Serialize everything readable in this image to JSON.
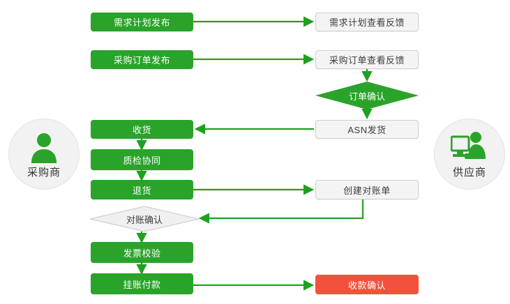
{
  "colors": {
    "green": "#2aa32a",
    "grey_fill": "#f4f4f4",
    "grey_border": "#cfcfcf",
    "red": "#f4513c",
    "line": "#20a020",
    "circle_fill": "#f2f2f2",
    "text_dark": "#3c3c3c",
    "text_light": "#ffffff"
  },
  "actors": {
    "left": {
      "label": "采购商",
      "icon": "user-silhouette-icon"
    },
    "right": {
      "label": "供应商",
      "icon": "user-at-computer-icon"
    }
  },
  "buyer_steps": [
    {
      "id": "demand-plan-publish",
      "label": "需求计划发布",
      "style": "green",
      "shape": "rect"
    },
    {
      "id": "purchase-order-publish",
      "label": "采购订单发布",
      "style": "green",
      "shape": "rect"
    },
    {
      "id": "goods-receipt",
      "label": "收货",
      "style": "green",
      "shape": "rect"
    },
    {
      "id": "quality-inspection",
      "label": "质检协同",
      "style": "green",
      "shape": "rect"
    },
    {
      "id": "return-goods",
      "label": "退货",
      "style": "green",
      "shape": "rect"
    },
    {
      "id": "reconciliation-confirm",
      "label": "对账确认",
      "style": "grey",
      "shape": "diamond"
    },
    {
      "id": "invoice-verify",
      "label": "发票校验",
      "style": "green",
      "shape": "rect"
    },
    {
      "id": "accrual-payment",
      "label": "挂账付款",
      "style": "green",
      "shape": "rect"
    }
  ],
  "supplier_steps": [
    {
      "id": "demand-plan-view-feedback",
      "label": "需求计划查看反馈",
      "style": "grey",
      "shape": "rect"
    },
    {
      "id": "purchase-order-view-feedback",
      "label": "采购订单查看反馈",
      "style": "grey",
      "shape": "rect"
    },
    {
      "id": "order-confirm",
      "label": "订单确认",
      "style": "green",
      "shape": "diamond"
    },
    {
      "id": "asn-shipment",
      "label": "ASN发货",
      "style": "grey",
      "shape": "rect"
    },
    {
      "id": "create-reconciliation-statement",
      "label": "创建对账单",
      "style": "grey",
      "shape": "rect"
    },
    {
      "id": "payment-receipt-confirm",
      "label": "收款确认",
      "style": "red",
      "shape": "rect"
    }
  ],
  "connections": [
    {
      "from": "需求计划发布",
      "to": "需求计划查看反馈",
      "direction": "right"
    },
    {
      "from": "采购订单发布",
      "to": "采购订单查看反馈",
      "direction": "right"
    },
    {
      "from": "采购订单查看反馈",
      "to": "订单确认",
      "direction": "down"
    },
    {
      "from": "订单确认",
      "to": "ASN发货",
      "direction": "down"
    },
    {
      "from": "ASN发货",
      "to": "收货",
      "direction": "left"
    },
    {
      "from": "收货",
      "to": "质检协同",
      "direction": "down"
    },
    {
      "from": "质检协同",
      "to": "退货",
      "direction": "down"
    },
    {
      "from": "退货",
      "to": "创建对账单",
      "direction": "right"
    },
    {
      "from": "创建对账单",
      "to": "对账确认",
      "direction": "left"
    },
    {
      "from": "对账确认",
      "to": "发票校验",
      "direction": "down"
    },
    {
      "from": "发票校验",
      "to": "挂账付款",
      "direction": "down"
    },
    {
      "from": "挂账付款",
      "to": "收款确认",
      "direction": "right"
    }
  ]
}
